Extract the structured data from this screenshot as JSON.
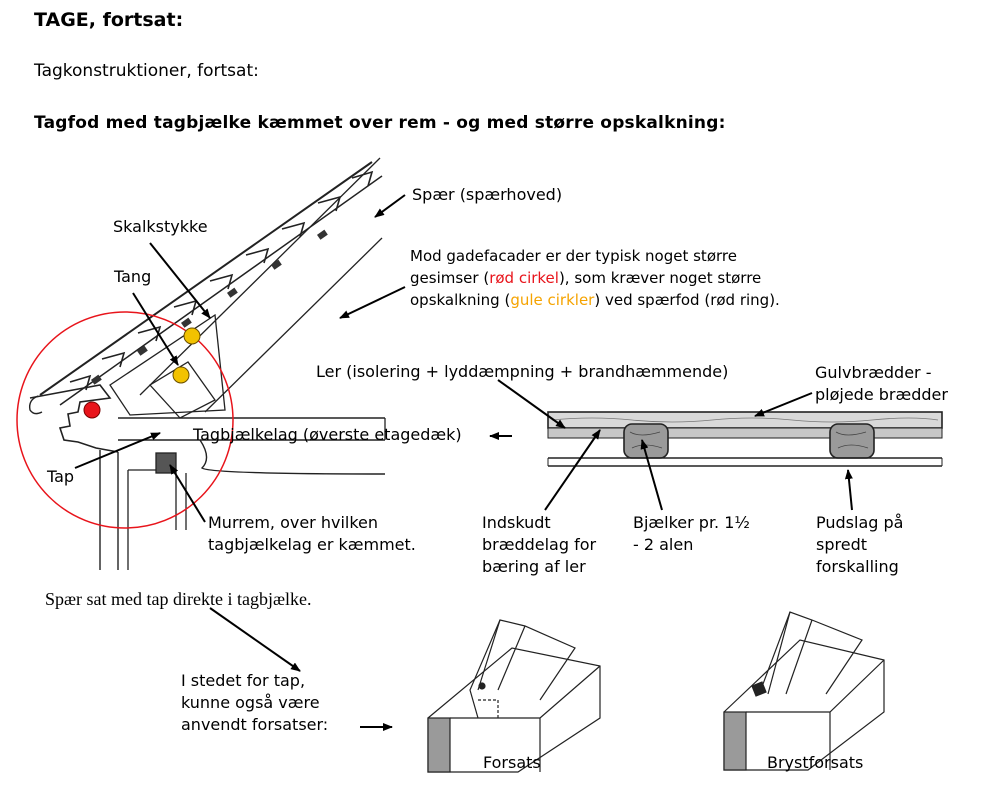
{
  "header": {
    "title": "TAGE, fortsat:",
    "subtitle": "Tagkonstruktioner, fortsat:",
    "heading": "Tagfod med tagbjælke kæmmet over rem - og med større opskalkning:"
  },
  "labels": {
    "spaer": "Spær (spærhoved)",
    "skalkstykke": "Skalkstykke",
    "tang": "Tang",
    "tap": "Tap",
    "tagbjaelkelag": "Tagbjælkelag (øverste etagedæk)",
    "murrem_line1": "Murrem, over hvilken",
    "murrem_line2": "tagbjælkelag er kæmmet.",
    "ler": "Ler (isolering + lyddæmpning + brandhæmmende)",
    "gulv_line1": "Gulvbrædder -",
    "gulv_line2": "pløjede brædder",
    "indskudt_line1": "Indskudt",
    "indskudt_line2": "bræddelag for",
    "indskudt_line3": "bæring af ler",
    "bjaelker_line1": "Bjælker pr. 1½",
    "bjaelker_line2": "- 2 alen",
    "pudslag_line1": "Pudslag på",
    "pudslag_line2": "spredt",
    "pudslag_line3": "forskalling",
    "spaer_tap": "Spær sat med tap direkte i tagbjælke.",
    "istedet_line1": "I stedet for tap,",
    "istedet_line2": "kunne også være",
    "istedet_line3": "anvendt forsatser:",
    "forsats": "Forsats",
    "brystforsats": "Brystforsats"
  },
  "note": {
    "line1": "Mod gadefacader er der typisk noget større",
    "line2_a": "gesimser (",
    "line2_red": "rød cirkel",
    "line2_b": "), som kræver noget større",
    "line3_a": "opskalkning (",
    "line3_orange": "gule cirkler",
    "line3_b": ") ved spærfod (rød ring)."
  },
  "colors": {
    "red": "#e8141b",
    "orange": "#f5a300",
    "yellow_dot": "#f2c200",
    "ring": "#e8141b"
  }
}
